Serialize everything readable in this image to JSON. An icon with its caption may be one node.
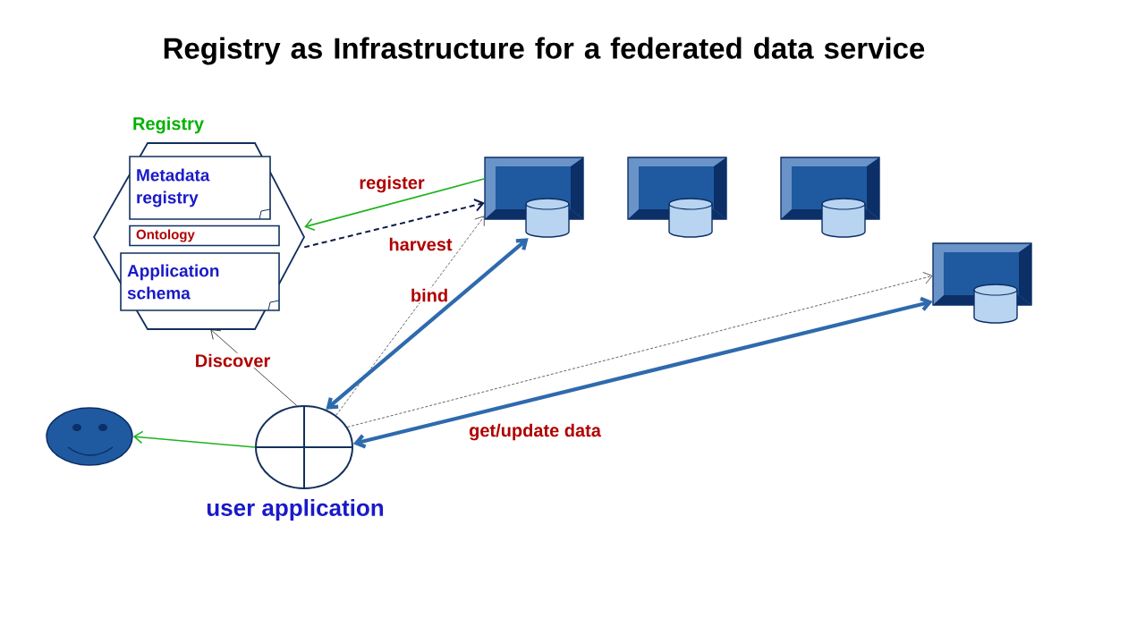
{
  "diagram": {
    "title": "Registry as Infrastructure for a federated data service",
    "nodes": [
      {
        "text": [
          "Registry"
        ]
      },
      {
        "text": [
          "Metadata registry"
        ],
        "in": 0
      },
      {
        "text": [
          "Ontology"
        ],
        "in": 0
      },
      {
        "text": [
          "Application schema"
        ],
        "in": 0
      },
      {
        "text": [],
        "shape": "computer"
      },
      {
        "text": [],
        "shape": "computer"
      },
      {
        "text": [],
        "shape": "computer"
      },
      {
        "text": [],
        "shape": "computer"
      },
      {
        "text": [
          "user application"
        ]
      },
      {
        "text": [],
        "shape": "smiley"
      }
    ],
    "edges": [
      {
        "from": 4,
        "to": 0,
        "arrow": "to",
        "label": "register",
        "color": "#1db31d"
      },
      {
        "from": 0,
        "to": 4,
        "arrow": "to",
        "label": "harvest",
        "style": "dashed",
        "color": "#0d1b4a"
      },
      {
        "from": 8,
        "to": 4,
        "arrow": "to",
        "label": "bind",
        "style": "dashed",
        "color": "#555555"
      },
      {
        "from": 8,
        "to": 4,
        "arrow": "both",
        "style": "thick",
        "color": "#2e6aad"
      },
      {
        "from": 8,
        "to": 7,
        "arrow": "to",
        "style": "dashed",
        "color": "#555555"
      },
      {
        "from": 8,
        "to": 7,
        "arrow": "both",
        "label": "get/update data",
        "style": "thick",
        "color": "#2e6aad"
      },
      {
        "from": 8,
        "to": 0,
        "arrow": "to",
        "label": "Discover",
        "color": "#222222"
      },
      {
        "from": 8,
        "to": 9,
        "arrow": "to",
        "color": "#1db31d"
      }
    ]
  }
}
